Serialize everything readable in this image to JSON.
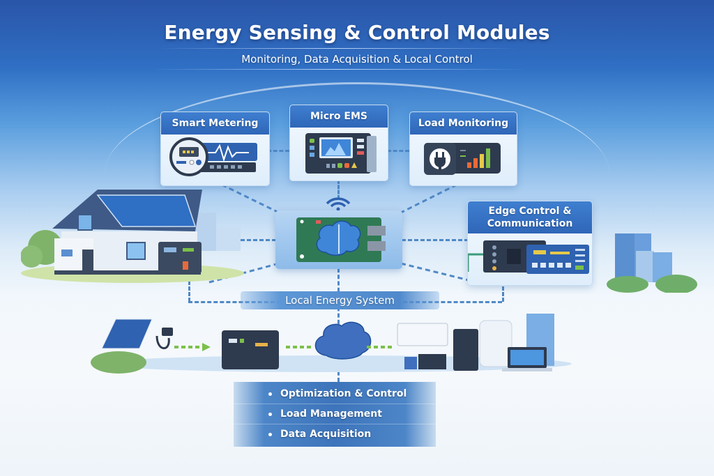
{
  "header": {
    "title": "Energy Sensing & Control Modules",
    "subtitle": "Monitoring, Data Acquisition & Local Control"
  },
  "modules": {
    "smart_metering": {
      "label": "Smart Metering",
      "icon": "smart-meter-icon"
    },
    "micro_ems": {
      "label": "Micro EMS",
      "icon": "ems-controller-icon"
    },
    "load_monitoring": {
      "label": "Load Monitoring",
      "icon": "plug-load-monitor-icon"
    },
    "edge_control": {
      "label": "Edge Control & Communication",
      "label_line1": "Edge Control &",
      "label_line2": "Communication",
      "icon": "edge-gateway-icon"
    }
  },
  "hub": {
    "icon": "ai-brain-circuit-board-icon",
    "wireless": "wifi-icon"
  },
  "local_energy_system": {
    "label": "Local Energy System"
  },
  "capabilities": {
    "items": [
      {
        "label": "Optimization & Control"
      },
      {
        "label": "Load Management"
      },
      {
        "label": "Data Acquisition"
      }
    ]
  },
  "colors": {
    "primary_blue": "#2f66b8",
    "header_blue": "#2a55a8",
    "connector_blue": "#4f88c6",
    "energy_flow_green": "#7cc04a"
  }
}
